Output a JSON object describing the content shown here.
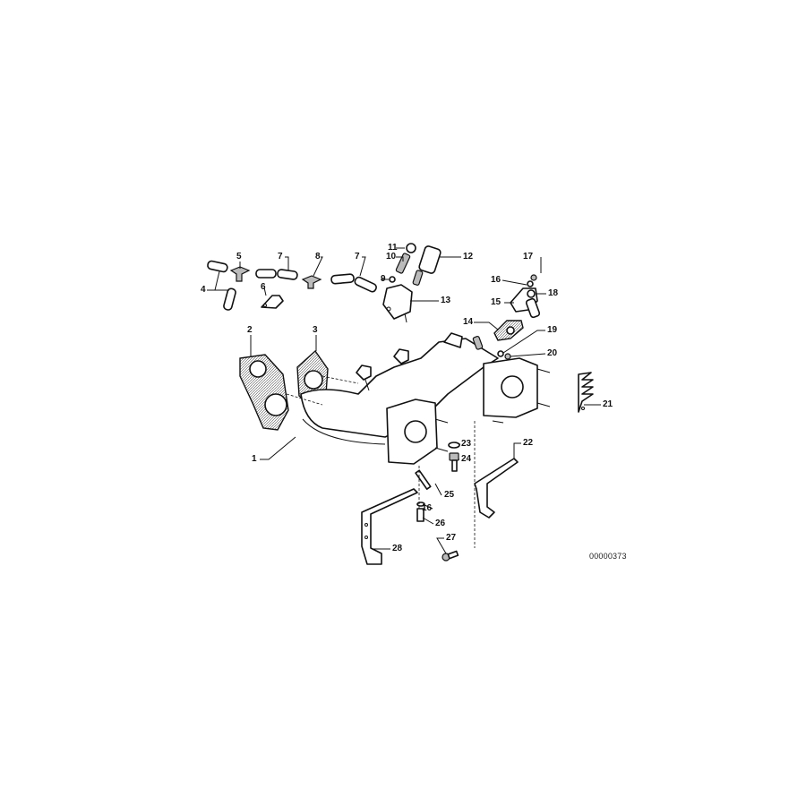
{
  "diagram": {
    "type": "exploded-parts-diagram",
    "subject": "intake manifold assembly",
    "diagram_code": "00000373",
    "callouts": [
      {
        "id": "1",
        "label": "1"
      },
      {
        "id": "2",
        "label": "2"
      },
      {
        "id": "3",
        "label": "3"
      },
      {
        "id": "4",
        "label": "4"
      },
      {
        "id": "5",
        "label": "5"
      },
      {
        "id": "6",
        "label": "6"
      },
      {
        "id": "7a",
        "label": "7"
      },
      {
        "id": "7b",
        "label": "7"
      },
      {
        "id": "8",
        "label": "8"
      },
      {
        "id": "9",
        "label": "9"
      },
      {
        "id": "10",
        "label": "10"
      },
      {
        "id": "11",
        "label": "11"
      },
      {
        "id": "12",
        "label": "12"
      },
      {
        "id": "13",
        "label": "13"
      },
      {
        "id": "14",
        "label": "14"
      },
      {
        "id": "15",
        "label": "15"
      },
      {
        "id": "16a",
        "label": "16"
      },
      {
        "id": "16b",
        "label": "16"
      },
      {
        "id": "17",
        "label": "17"
      },
      {
        "id": "18",
        "label": "18"
      },
      {
        "id": "19",
        "label": "19"
      },
      {
        "id": "20",
        "label": "20"
      },
      {
        "id": "21",
        "label": "21"
      },
      {
        "id": "22",
        "label": "22"
      },
      {
        "id": "23",
        "label": "23"
      },
      {
        "id": "24",
        "label": "24"
      },
      {
        "id": "25",
        "label": "25"
      },
      {
        "id": "26",
        "label": "26"
      },
      {
        "id": "27",
        "label": "27"
      },
      {
        "id": "28",
        "label": "28"
      }
    ]
  }
}
